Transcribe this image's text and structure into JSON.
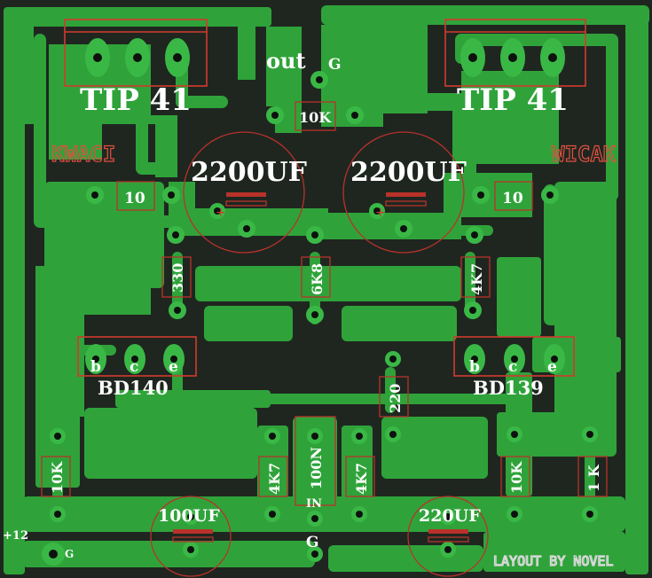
{
  "board": {
    "transistor_left": "TIP 41",
    "transistor_right": "TIP 41",
    "driver_left": "BD140",
    "driver_right": "BD139",
    "cap_left": "2200UF",
    "cap_right": "2200UF",
    "cap_bottom_left": "100UF",
    "cap_bottom_right": "220UF",
    "label_out": "out",
    "label_g_top": "G",
    "label_in": "IN",
    "label_g_bottom": "G",
    "label_g_left": "G",
    "label_supply": "+12",
    "label_kwaci": "KWACI",
    "label_wicak": "WICAK",
    "credit": "LAYOUT BY NOVEL",
    "pin_b": "b",
    "pin_c": "c",
    "pin_e": "e",
    "plus_sign": "+"
  },
  "resistors": {
    "r_out": "10K",
    "r_left_10": "10",
    "r_right_10": "10",
    "r_330": "330",
    "r_6k8": "6K8",
    "r_4k7_top": "4K7",
    "r_220": "220",
    "r_10k_left": "10K",
    "r_4k7_left": "4K7",
    "c_100n": "100N",
    "r_4k7_right": "4K7",
    "r_10k_right": "10K",
    "r_1k": "1 K"
  },
  "colors": {
    "copper": "#2fa33a",
    "background": "#1f2620",
    "outline": "#d33a2e",
    "silk": "#ffffff"
  }
}
